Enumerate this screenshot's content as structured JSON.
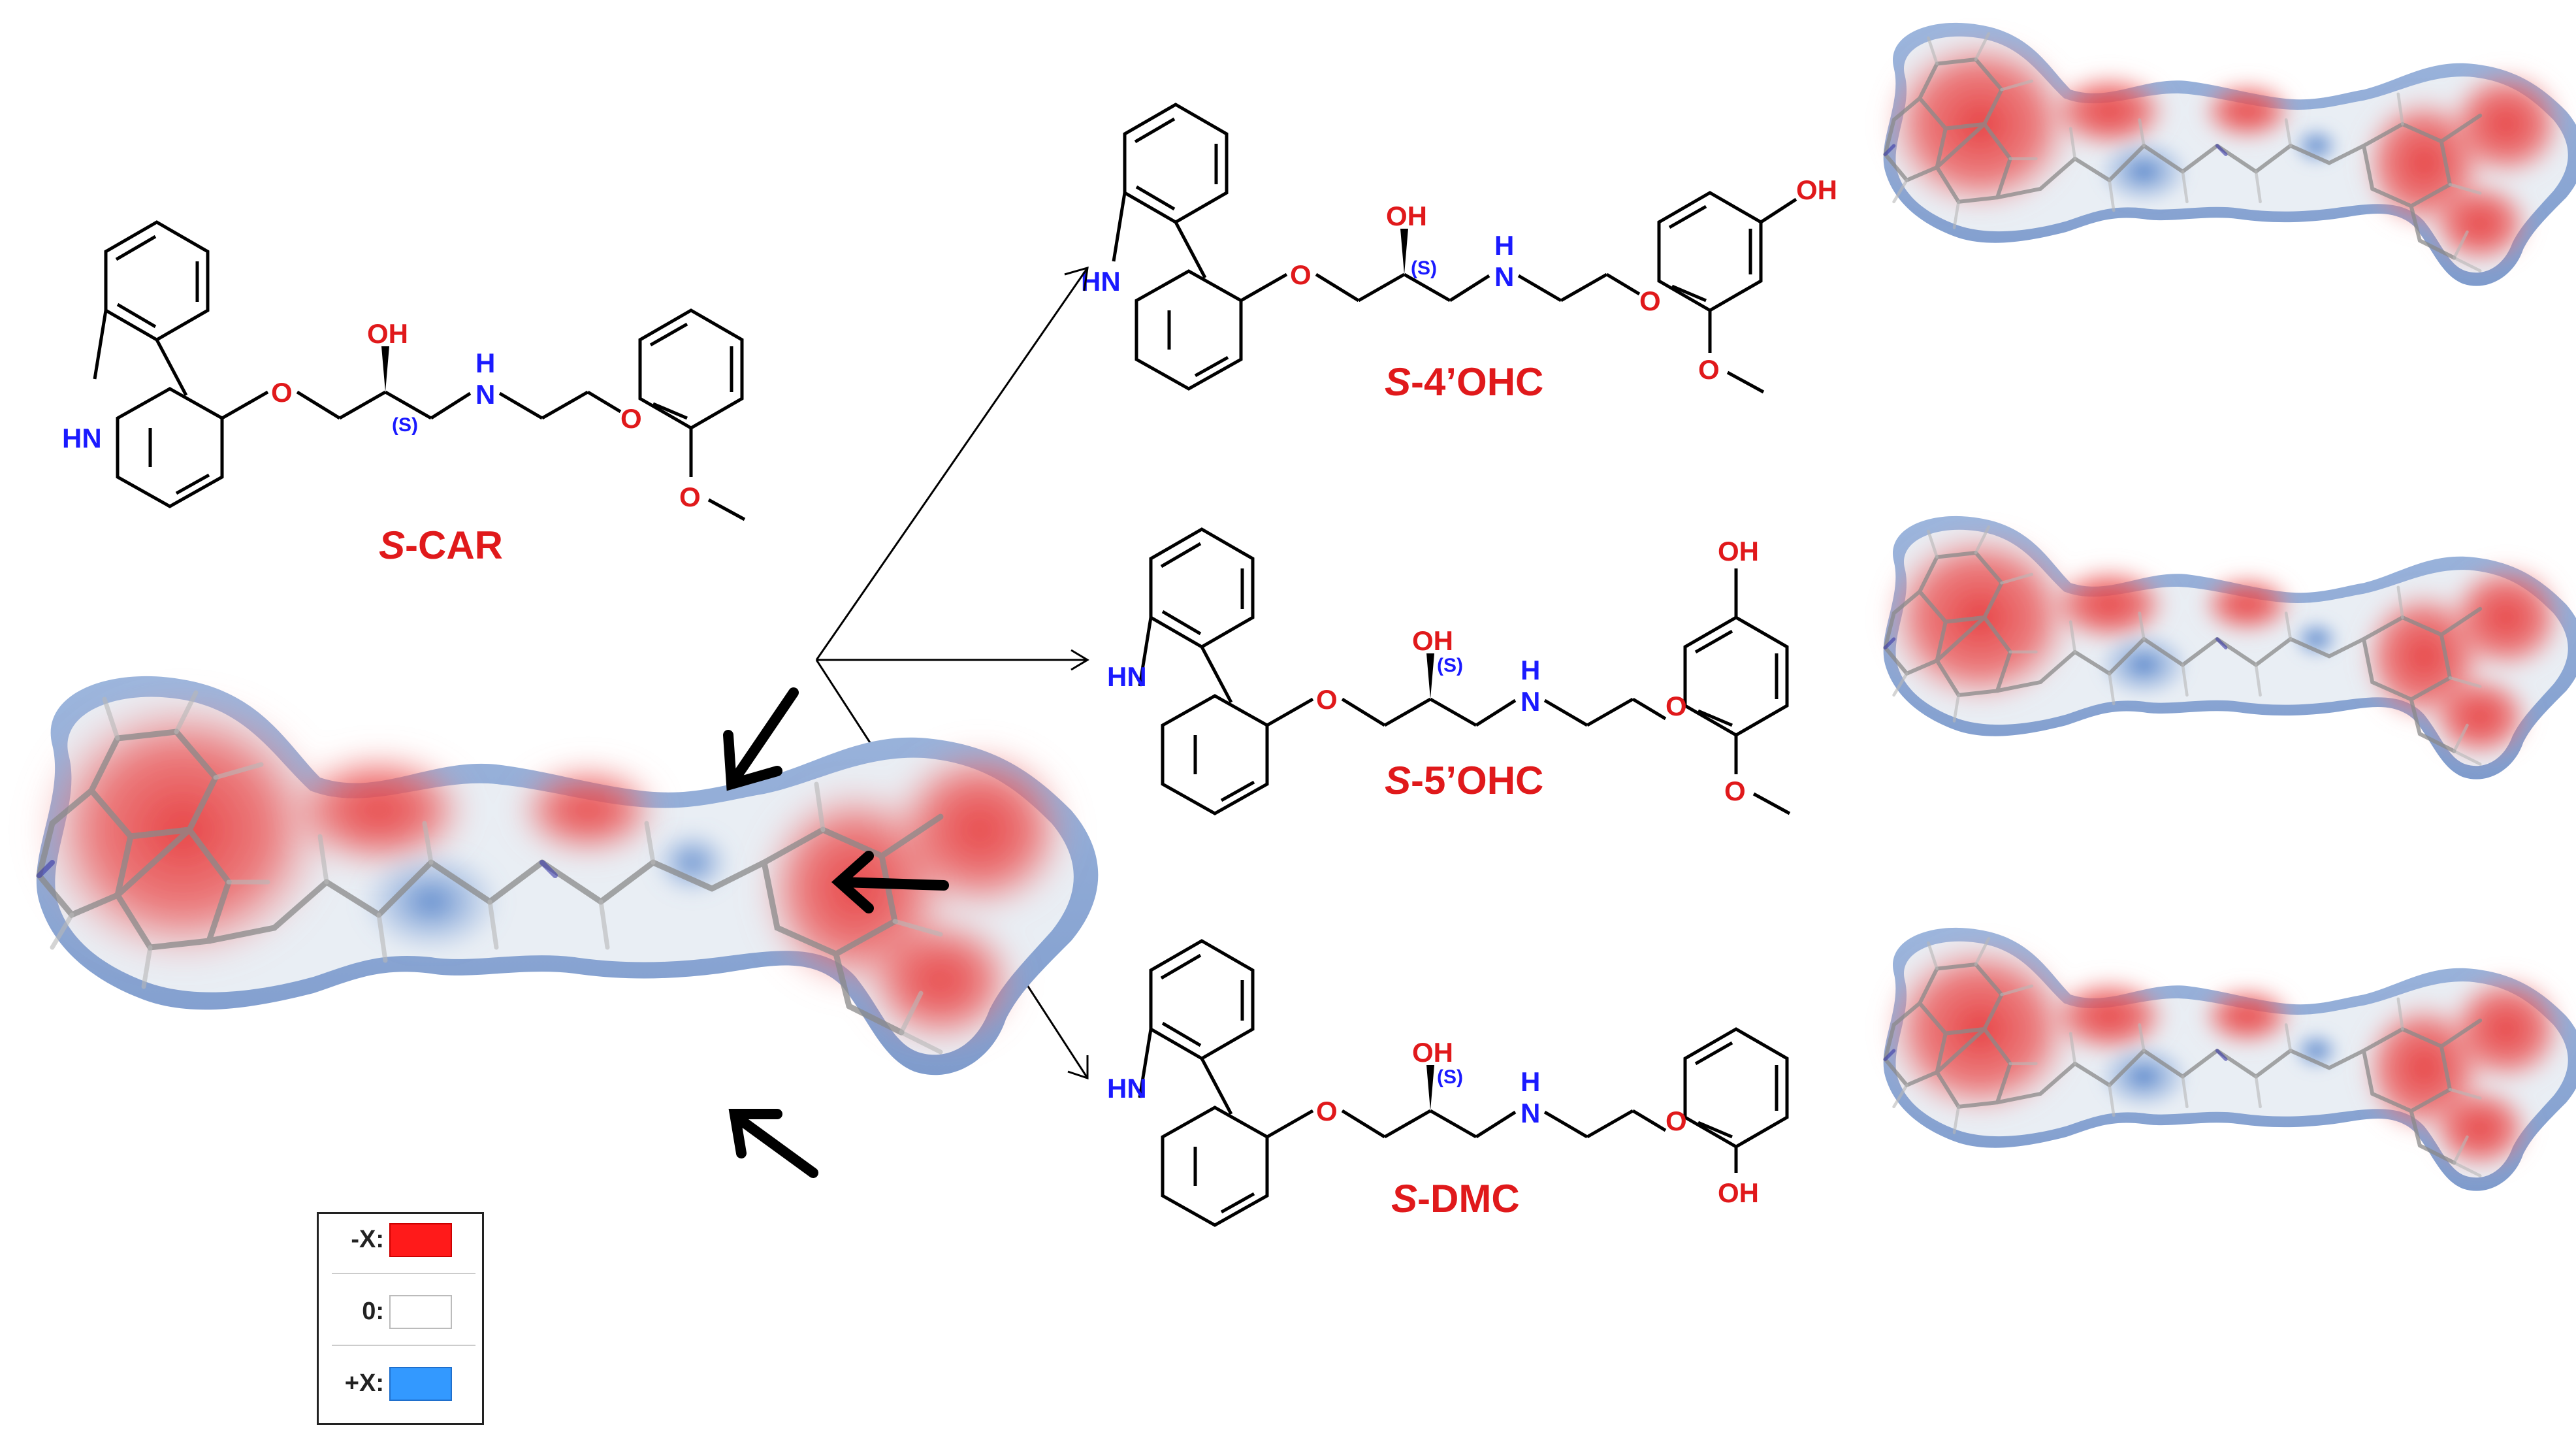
{
  "molecules": {
    "parent": {
      "label_prefix": "S",
      "label_suffix": "-CAR"
    },
    "m1": {
      "label_prefix": "S",
      "label_suffix": "-4’OHC"
    },
    "m2": {
      "label_prefix": "S",
      "label_suffix": "-5’OHC"
    },
    "m3": {
      "label_prefix": "S",
      "label_suffix": "-DMC"
    }
  },
  "atoms": {
    "hn": "HN",
    "h": "H",
    "n": "N",
    "oh": "OH",
    "o": "O",
    "stereo": "(S)"
  },
  "legend": {
    "rows": [
      {
        "label": "-X:",
        "color": "#ff1a1a"
      },
      {
        "label": "0:",
        "color": "#ffffff"
      },
      {
        "label": "+X:",
        "color": "#3399ff"
      }
    ]
  },
  "colors": {
    "label_red": "#e0191b",
    "heteroatom_blue": "#1a1aff",
    "surface_negative": "#e8393a",
    "surface_neutral": "#e9eef4",
    "surface_positive": "#4f7fc8"
  }
}
